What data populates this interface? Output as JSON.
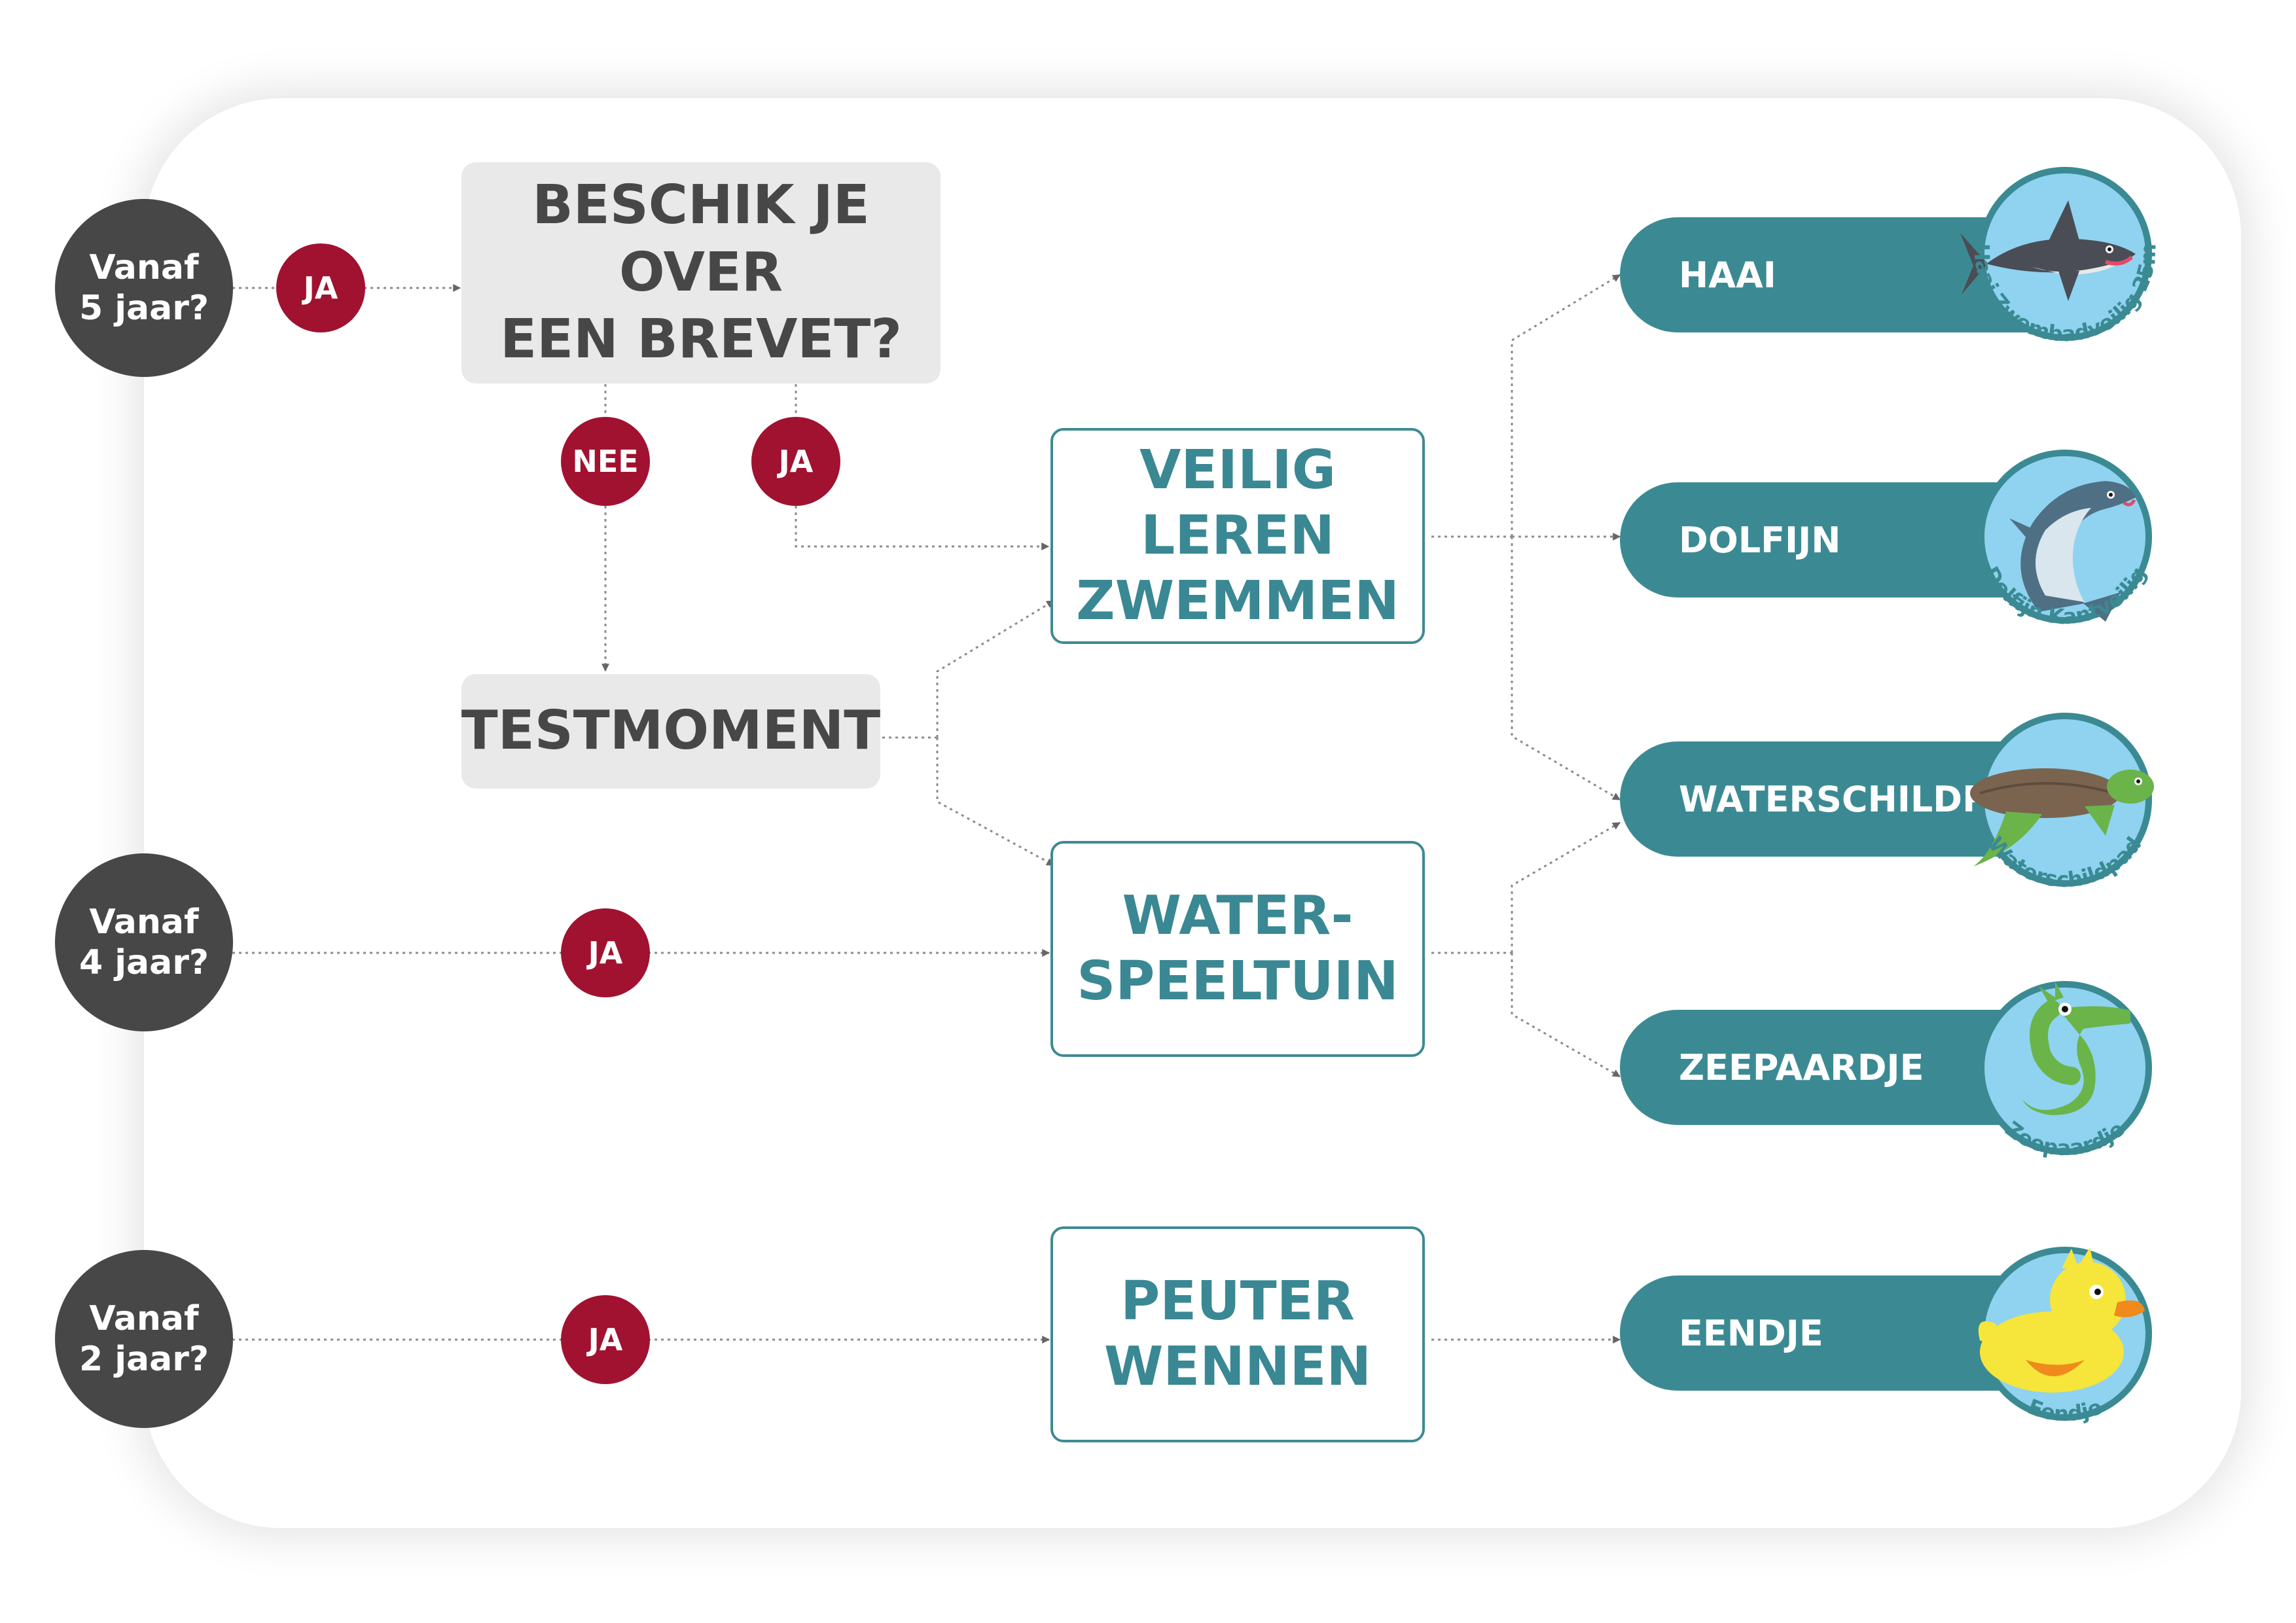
{
  "ages": [
    {
      "label": "Vanaf\n5 jaar?"
    },
    {
      "label": "Vanaf\n4 jaar?"
    },
    {
      "label": "Vanaf\n2 jaar?"
    }
  ],
  "answers": {
    "yes": "JA",
    "no": "NEE"
  },
  "questions": {
    "brevet": "BESCHIK JE OVER\nEEN BREVET?",
    "test": "TESTMOMENT"
  },
  "levels": [
    {
      "title": "VEILIG LEREN\nZWEMMEN"
    },
    {
      "title": "WATER-\nSPEELTUIN"
    },
    {
      "title": "PEUTER\nWENNEN"
    }
  ],
  "badges": [
    {
      "label": "HAAI",
      "caption": "Haai Zwembadveilig 25m",
      "animal": "shark-icon"
    },
    {
      "label": "DOLFIJN",
      "caption": "Dolfijn Kantveilig",
      "animal": "dolphin-icon"
    },
    {
      "label": "WATERSCHILDPAD",
      "caption": "Waterschildpad",
      "animal": "turtle-icon"
    },
    {
      "label": "ZEEPAARDJE",
      "caption": "Zeepaardje",
      "animal": "seahorse-icon"
    },
    {
      "label": "EENDJE",
      "caption": "Eendje",
      "animal": "duck-icon"
    }
  ],
  "colors": {
    "accent": "#3b8a93",
    "answer": "#a01230",
    "age": "#474747",
    "question_bg": "#e9e9e9",
    "medal_bg": "#8fd3f0"
  }
}
